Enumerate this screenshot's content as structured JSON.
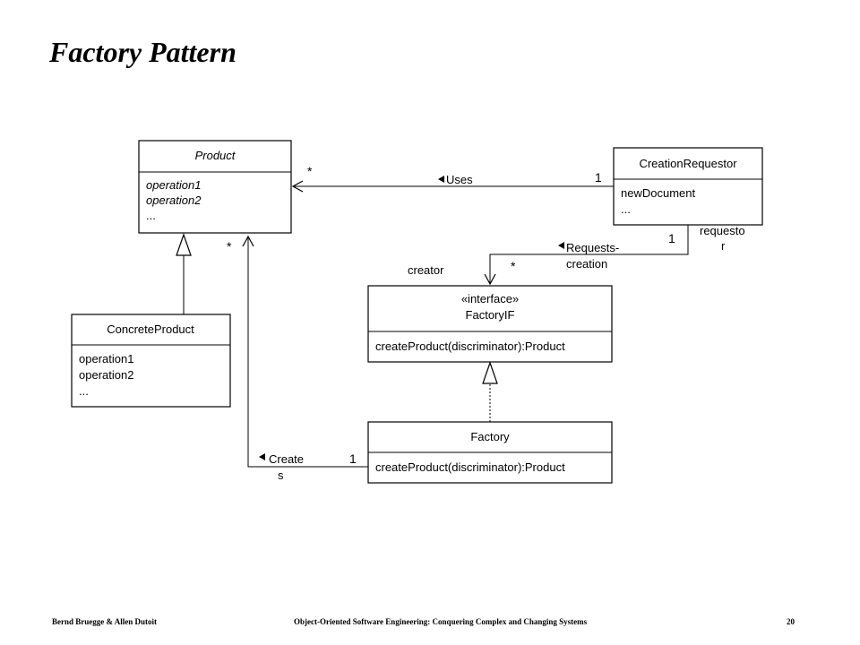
{
  "slide": {
    "title": "Factory Pattern"
  },
  "classes": {
    "product": {
      "name": "Product",
      "ops": [
        "operation1",
        "operation2",
        "..."
      ]
    },
    "concrete_product": {
      "name": "ConcreteProduct",
      "ops": [
        "operation1",
        "operation2",
        "..."
      ]
    },
    "creation_requestor": {
      "name": "CreationRequestor",
      "ops": [
        "newDocument",
        "..."
      ]
    },
    "factory_if": {
      "stereotype": "«interface»",
      "name": "FactoryIF",
      "ops": [
        "createProduct(discriminator):Product"
      ]
    },
    "factory": {
      "name": "Factory",
      "ops": [
        "createProduct(discriminator):Product"
      ]
    }
  },
  "associations": {
    "uses": {
      "label": "Uses",
      "mult_product": "*",
      "mult_requestor": "1"
    },
    "requests_creation": {
      "label_line1": "Requests-",
      "label_line2": "creation",
      "mult_requestor": "1",
      "mult_factory": "*",
      "role_creator": "creator",
      "role_requestor_line1": "requesto",
      "role_requestor_line2": "r"
    },
    "creates": {
      "label_line1": "Create",
      "label_line2": "s",
      "mult_product": "*",
      "mult_factory": "1"
    }
  },
  "footer": {
    "left": "Bernd Bruegge & Allen Dutoit",
    "center": "Object-Oriented Software Engineering: Conquering Complex and Changing Systems",
    "page": "20"
  }
}
